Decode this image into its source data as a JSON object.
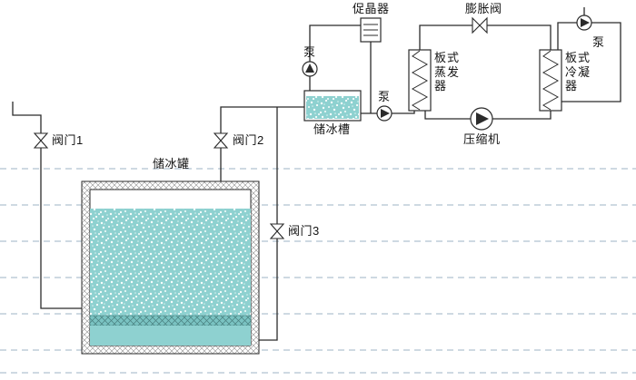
{
  "diagram": {
    "labels": {
      "crystallizer": "促晶器",
      "expansion_valve": "膨胀阀",
      "pump_left": "泵",
      "pump_middle": "泵",
      "pump_top_right": "泵",
      "plate_evaporator": "板式蒸发器",
      "plate_condenser": "板式冷凝器",
      "compressor": "压缩机",
      "ice_slurry_tank": "储冰槽",
      "ice_storage_tank": "储冰罐",
      "valve_1": "阀门1",
      "valve_2": "阀门2",
      "valve_3": "阀门3"
    },
    "colors": {
      "pipe": "#2b2b2b",
      "ice_fill": "#8ed1d0",
      "ice_fill_dark": "#7ac3c2",
      "hatch_line": "#8f8f8f",
      "band_hatch_line": "#49807f",
      "dashed_guide": "#9db3c6",
      "label_text": "#141414",
      "background": "#ffffff"
    }
  }
}
